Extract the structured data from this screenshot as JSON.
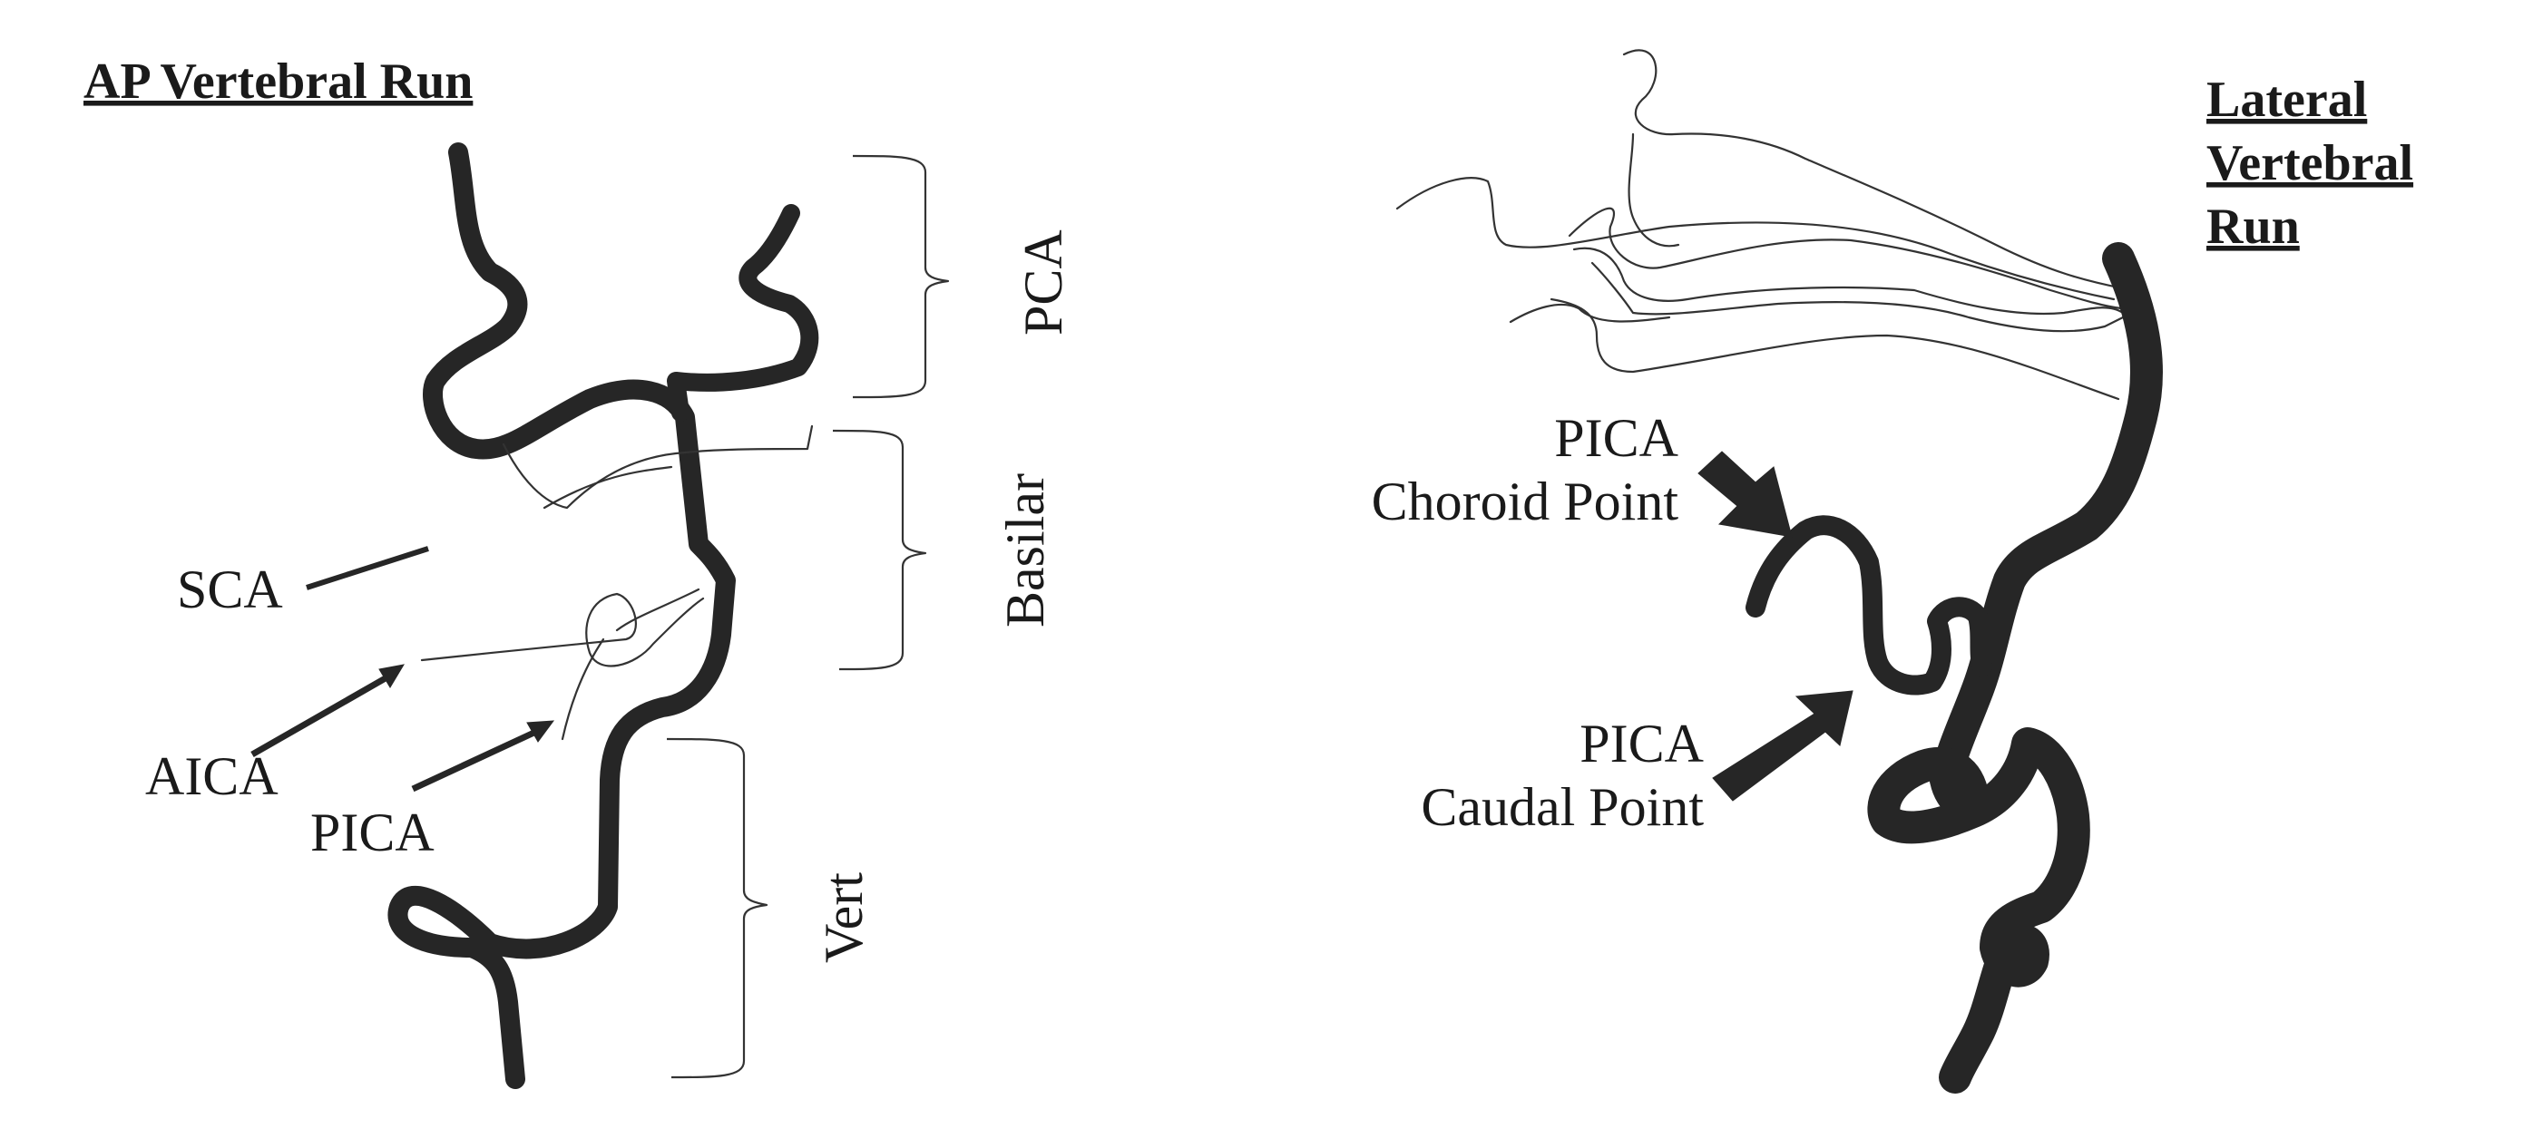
{
  "left_panel": {
    "title": "AP Vertebral Run",
    "labels": {
      "sca": "SCA",
      "aica": "AICA",
      "pica": "PICA",
      "pca": "PCA",
      "basilar": "Basilar",
      "vert": "Vert"
    }
  },
  "right_panel": {
    "title_lines": [
      "Lateral",
      "Vertebral",
      "Run"
    ],
    "choroid_label": [
      "PICA",
      "Choroid Point"
    ],
    "caudal_label": [
      "PICA",
      "Caudal Point"
    ]
  },
  "colors": {
    "ink": "#262626",
    "background": "#ffffff"
  }
}
